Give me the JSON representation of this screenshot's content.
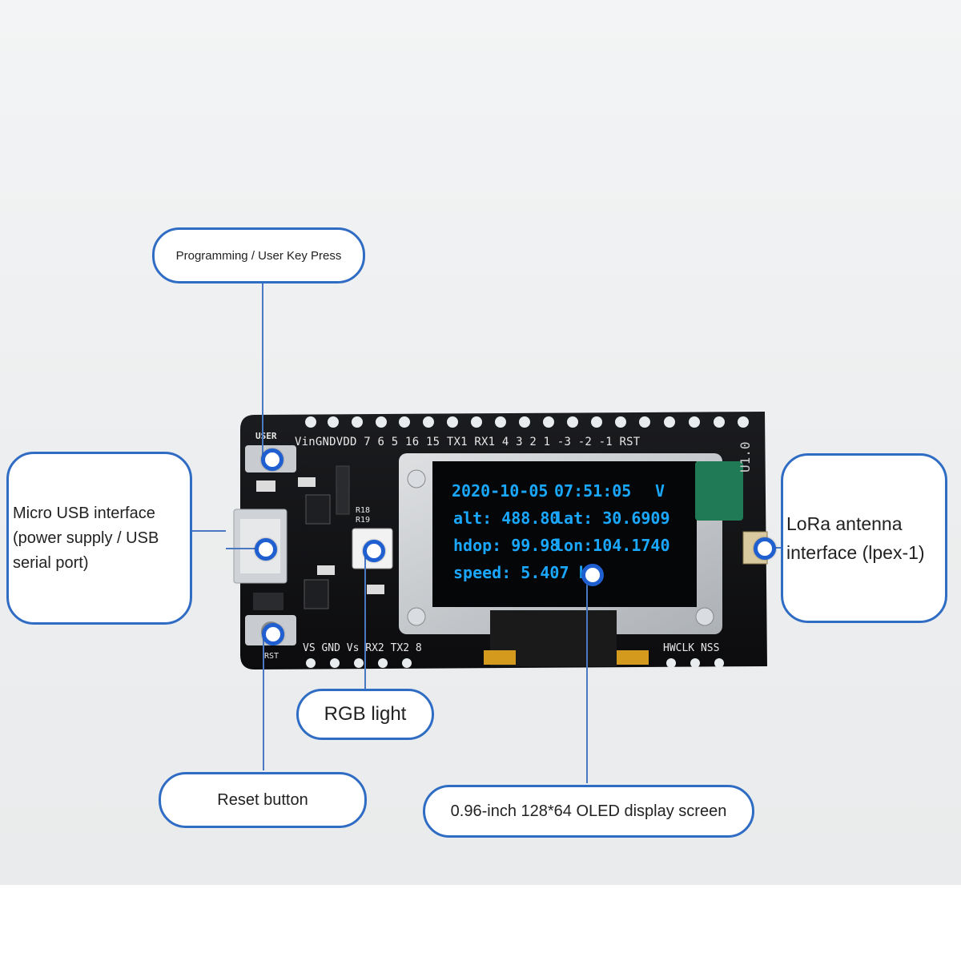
{
  "labels": {
    "programming_key": "Programming / User Key Press",
    "micro_usb": "Micro USB interface (power supply / USB serial port)",
    "lora_antenna": "LoRa antenna interface (lpex-1)",
    "rgb_light": "RGB light",
    "reset_button": "Reset button",
    "oled_display": "0.96-inch 128*64 OLED display screen"
  },
  "board": {
    "top_pins": "VinGNDVDD 7  6  5  16 15 TX1 RX1 4  3  2  1  -3  -2  -1  RST",
    "bottom_pins": "VS GND Vs RX2 TX2 8",
    "bottom_pins_right": "HWCLK NSS",
    "user_silk": "USER",
    "rst_silk": "RST",
    "version": "U1.0",
    "r_labels": [
      "R18",
      "R19"
    ]
  },
  "oled": {
    "line1_date": "2020-10-05",
    "line1_time": "07:51:05",
    "line1_flag": "V",
    "line2_alt": "alt: 488.80",
    "line2_lat": "lat: 30.6909",
    "line3_hdop": "hdop: 99.98",
    "line3_lon": "lon:104.1740",
    "line4_speed": "speed: 5.407 km",
    "text_color": "#1aa8ff"
  },
  "colors": {
    "accent": "#2f6cc4",
    "pcb": "#111214",
    "antenna": "#1f7a55"
  }
}
